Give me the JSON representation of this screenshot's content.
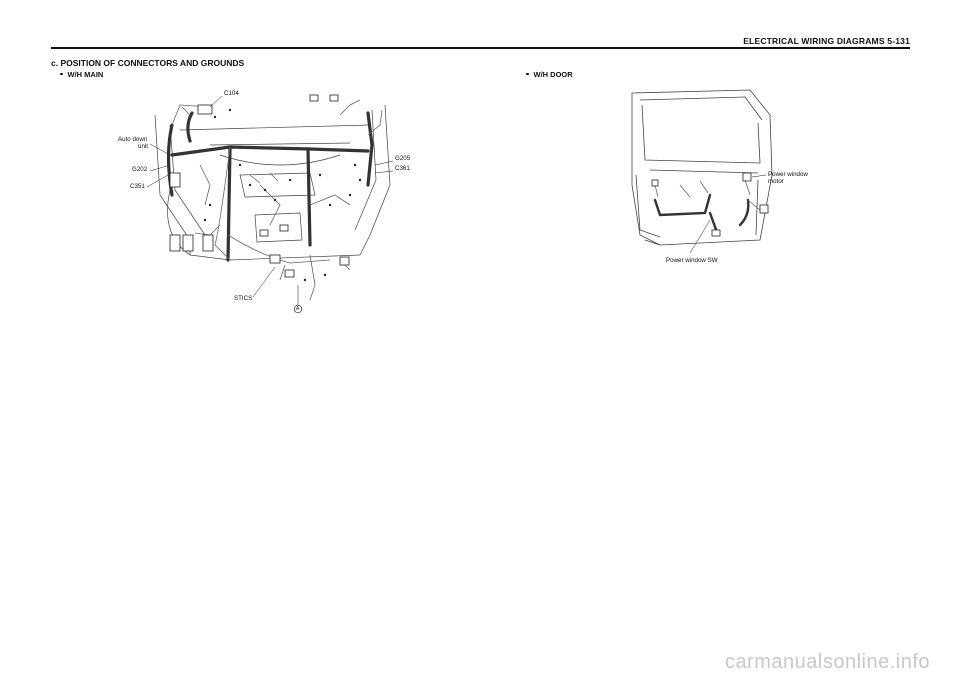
{
  "header": {
    "title": "ELECTRICAL WIRING DIAGRAMS  5-131"
  },
  "section": {
    "title": "c. POSITION OF CONNECTORS AND GROUNDS"
  },
  "main_harness": {
    "heading": "W/H MAIN",
    "labels": {
      "c104": "C104",
      "auto_down_1": "Auto down",
      "auto_down_2": "unit",
      "g202": "G202",
      "c351": "C351",
      "g205": "G205",
      "c361": "C361",
      "stics": "STICS",
      "marker_a": "A"
    }
  },
  "door_harness": {
    "heading": "W/H DOOR",
    "labels": {
      "motor_1": "Power window",
      "motor_2": "motor",
      "switch": "Power window SW"
    }
  },
  "watermark": {
    "text": "carmanualsonline.info"
  }
}
